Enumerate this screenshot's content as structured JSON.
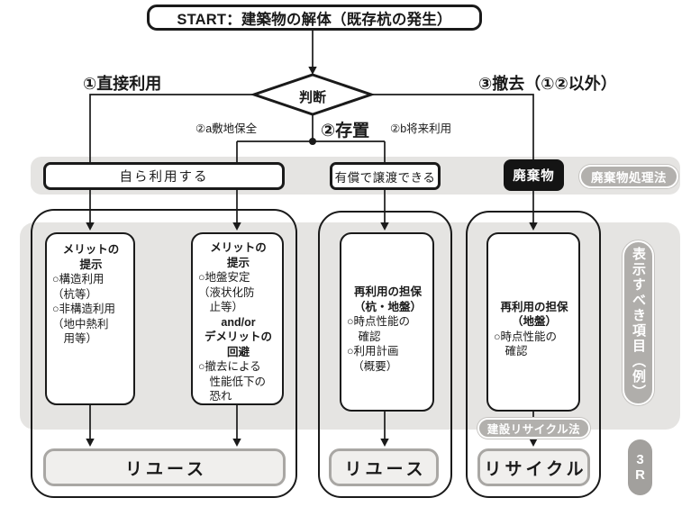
{
  "colors": {
    "line": "#1a1a1a",
    "gray_background": "#e5e4e2",
    "pill_gray": "#b2b0ad",
    "pill_dark_gray": "#a2a09d",
    "black_node": "#141414",
    "outcome_fill": "#f0efed",
    "outcome_border": "#a9a7a4"
  },
  "start": {
    "label": "START：建築物の解体（既存杭の発生）"
  },
  "decision": {
    "label": "判断"
  },
  "branches": {
    "direct_use": "①直接利用",
    "removal": "③撤去（①②以外）",
    "leave_in_place": "②存置",
    "site_preservation": "②a敷地保全",
    "future_use": "②b将来利用"
  },
  "band": {
    "self_use": "自ら利用する",
    "transfer": "有償で譲渡できる",
    "waste": "廃棄物",
    "waste_law": "廃棄物処理法"
  },
  "details": {
    "box1": {
      "heading": "メリットの\n提示",
      "body": "○構造利用\n（杭等）\n○非構造利用\n（地中熱利\n　用等）"
    },
    "box2": {
      "heading": "メリットの\n提示",
      "body1": "○地盤安定\n（液状化防\n　止等）",
      "subheading": "and/or\nデメリットの\n回避",
      "body2": "○撤去による\n　性能低下の\n　恐れ"
    },
    "box3": {
      "heading": "再利用の担保\n（杭・地盤）",
      "body": "○時点性能の\n　確認\n○利用計画\n　（概要）"
    },
    "box4": {
      "heading": "再利用の担保\n（地盤）",
      "body": "○時点性能の\n　確認"
    }
  },
  "side": {
    "display_items": "表示すべき項目（例）",
    "recycle_law": "建設リサイクル法",
    "three_r": "3\nR"
  },
  "outcomes": {
    "reuse_wide": "リユース",
    "reuse_mid": "リユース",
    "recycle": "リサイクル"
  }
}
